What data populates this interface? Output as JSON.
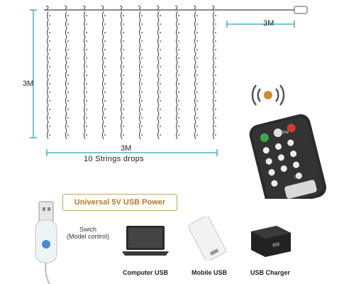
{
  "dimensions": {
    "width_label": "3M",
    "height_label": "3M",
    "drop_width_label": "3M",
    "drops_label": "10 Strings drops"
  },
  "power": {
    "banner": "Universal 5V USB Power",
    "switch_note_line1": "Swich",
    "switch_note_line2": "(Model control)",
    "sources": [
      {
        "label": "Computer USB",
        "icon": "laptop-icon"
      },
      {
        "label": "Mobile USB",
        "icon": "power-bank-icon"
      },
      {
        "label": "USB Charger",
        "icon": "usb-charger-icon"
      }
    ]
  },
  "remote": {
    "button_labels": [
      "MODE",
      "DIM"
    ]
  },
  "colors": {
    "dimension_line": "#4fb3c9",
    "banner_border": "#c9a35b",
    "banner_text": "#b07d2a",
    "remote_body": "#2b2b2b",
    "signal": "#d08a2a"
  }
}
